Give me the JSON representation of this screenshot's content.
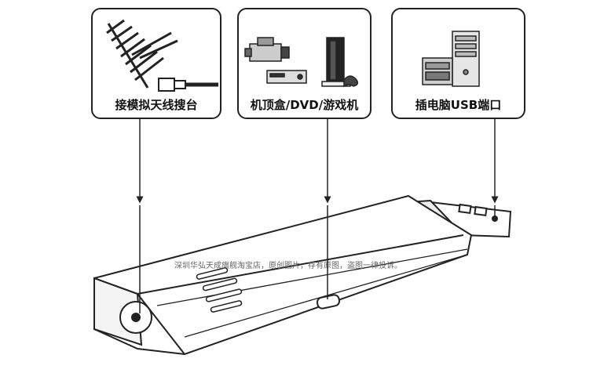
{
  "cards": {
    "antenna": {
      "label": "接模拟天线搜台",
      "icon": "antenna-icon"
    },
    "settop": {
      "label": "机顶盒/DVD/游戏机",
      "icon": "settop-console-icon"
    },
    "usb": {
      "label": "插电脑USB端口",
      "icon": "desktop-computer-icon"
    }
  },
  "watermark": "深圳华弘天成旗舰淘宝店，原创图片，存有原图，盗图一律投诉。",
  "colors": {
    "outline": "#222222",
    "background": "#ffffff"
  }
}
